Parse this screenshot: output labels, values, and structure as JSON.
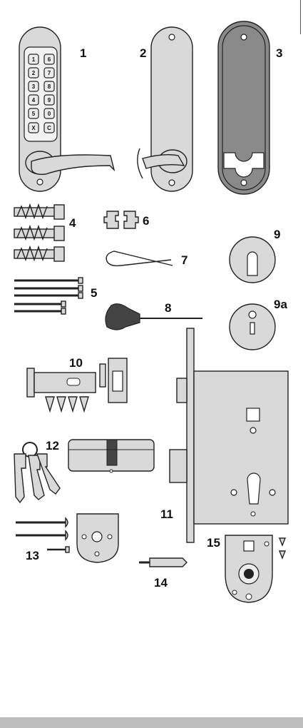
{
  "parts": {
    "p1": "1",
    "p2": "2",
    "p3": "3",
    "p4": "4",
    "p5": "5",
    "p6": "6",
    "p7": "7",
    "p8": "8",
    "p9": "9",
    "p9a": "9a",
    "p10": "10",
    "p11": "11",
    "p12": "12",
    "p13": "13",
    "p14": "14",
    "p15": "15"
  },
  "keypad": [
    "1",
    "6",
    "2",
    "7",
    "3",
    "8",
    "4",
    "9",
    "5",
    "0",
    "X",
    "C"
  ],
  "colors": {
    "metal": "#d9d9d9",
    "plate_dark": "#8a8a8a",
    "footer": "#bdbdbd"
  }
}
